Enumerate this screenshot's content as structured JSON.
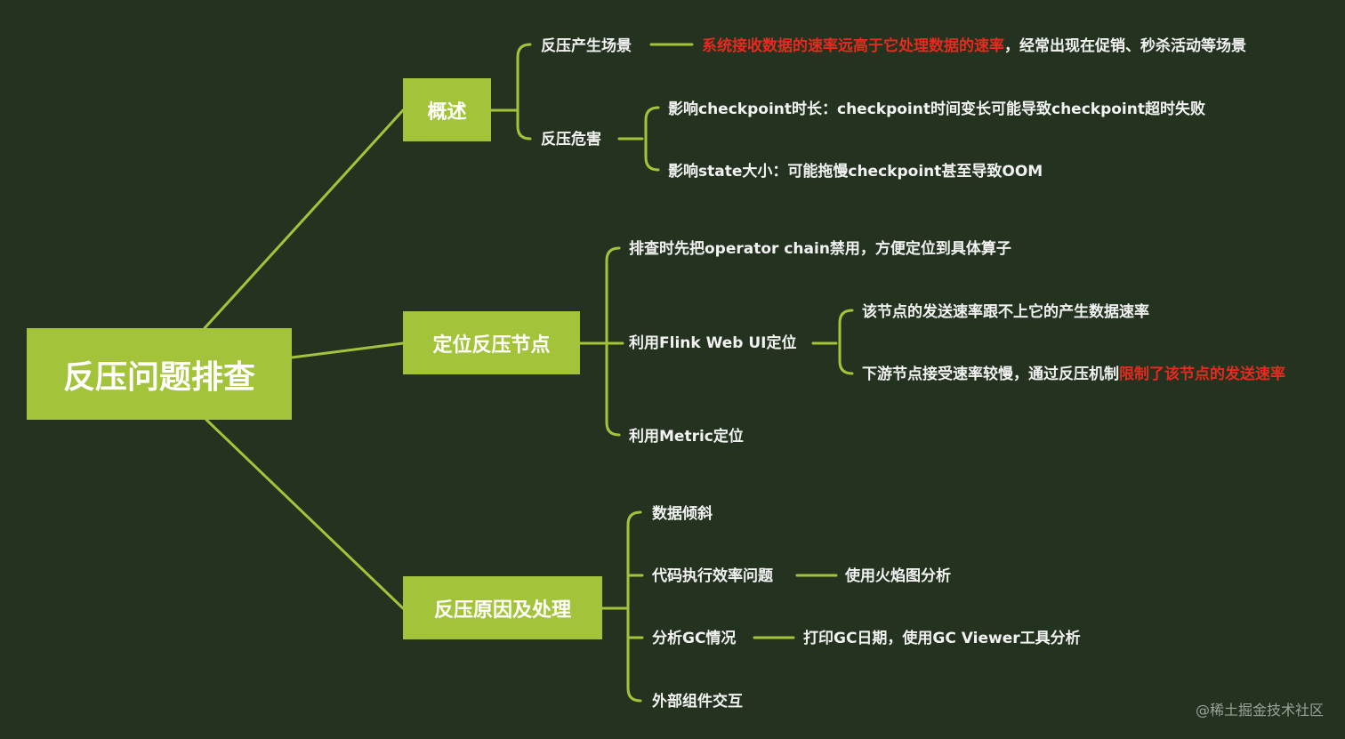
{
  "root": {
    "label": "反压问题排查"
  },
  "colors": {
    "background": "#243320",
    "box": "#a3c43a",
    "line": "#a3c43a",
    "text": "#f2f2f2",
    "highlight": "#e52a1f"
  },
  "branches": [
    {
      "label": "概述",
      "children": [
        {
          "label": "反压产生场景",
          "detail": {
            "highlight": "系统接收数据的速率远高于它处理数据的速率",
            "rest": "，经常出现在促销、秒杀活动等场景"
          }
        },
        {
          "label": "反压危害",
          "children": [
            {
              "label": "影响checkpoint时长：checkpoint时间变长可能导致checkpoint超时失败"
            },
            {
              "label": "影响state大小：可能拖慢checkpoint甚至导致OOM"
            }
          ]
        }
      ]
    },
    {
      "label": "定位反压节点",
      "children": [
        {
          "label": "排查时先把operator chain禁用，方便定位到具体算子"
        },
        {
          "label": "利用Flink Web UI定位",
          "children": [
            {
              "label": "该节点的发送速率跟不上它的产生数据速率"
            },
            {
              "label": "下游节点接受速率较慢，通过反压机制",
              "highlight": "限制了该节点的发送速率"
            }
          ]
        },
        {
          "label": "利用Metric定位"
        }
      ]
    },
    {
      "label": "反压原因及处理",
      "children": [
        {
          "label": "数据倾斜"
        },
        {
          "label": "代码执行效率问题",
          "detail": "使用火焰图分析"
        },
        {
          "label": "分析GC情况",
          "detail": "打印GC日期，使用GC Viewer工具分析"
        },
        {
          "label": "外部组件交互"
        }
      ]
    }
  ],
  "watermark": "@稀土掘金技术社区"
}
